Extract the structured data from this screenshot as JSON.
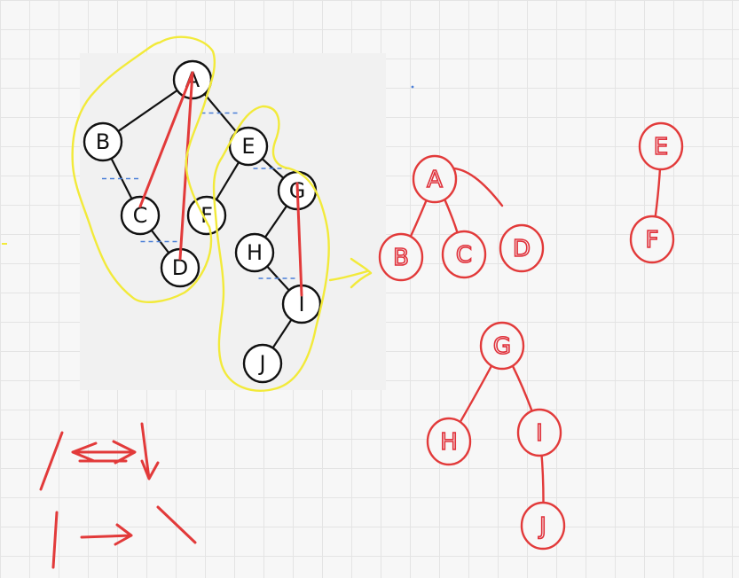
{
  "colors": {
    "tree_stroke": "#111111",
    "red_ink": "#e23a3a",
    "yellow_ink": "#f2ea3a",
    "blue_dash": "#4a7fd8",
    "panel": "#f1f1f1"
  },
  "original_tree": {
    "nodes": [
      {
        "id": "A",
        "label": "A"
      },
      {
        "id": "B",
        "label": "B"
      },
      {
        "id": "C",
        "label": "C"
      },
      {
        "id": "D",
        "label": "D"
      },
      {
        "id": "E",
        "label": "E"
      },
      {
        "id": "F",
        "label": "F"
      },
      {
        "id": "G",
        "label": "G"
      },
      {
        "id": "H",
        "label": "H"
      },
      {
        "id": "I",
        "label": "I"
      },
      {
        "id": "J",
        "label": "J"
      }
    ],
    "edges": [
      [
        "A",
        "B"
      ],
      [
        "A",
        "E"
      ],
      [
        "B",
        "C"
      ],
      [
        "C",
        "D"
      ],
      [
        "E",
        "F"
      ],
      [
        "E",
        "G"
      ],
      [
        "G",
        "H"
      ],
      [
        "H",
        "I"
      ],
      [
        "I",
        "J"
      ]
    ],
    "red_links": [
      [
        "A",
        "C"
      ],
      [
        "A",
        "D"
      ],
      [
        "G",
        "I"
      ]
    ],
    "dashed_breaks": [
      [
        "A",
        "E"
      ],
      [
        "B",
        "C"
      ],
      [
        "C",
        "D"
      ],
      [
        "E",
        "G"
      ],
      [
        "H",
        "I"
      ]
    ]
  },
  "forest": [
    {
      "id": "tree-a",
      "nodes": [
        {
          "id": "A",
          "label": "A"
        },
        {
          "id": "B",
          "label": "B"
        },
        {
          "id": "C",
          "label": "C"
        },
        {
          "id": "D",
          "label": "D"
        }
      ],
      "edges": [
        [
          "A",
          "B"
        ],
        [
          "A",
          "C"
        ]
      ]
    },
    {
      "id": "tree-e",
      "nodes": [
        {
          "id": "E",
          "label": "E"
        },
        {
          "id": "F",
          "label": "F"
        }
      ],
      "edges": [
        [
          "E",
          "F"
        ]
      ]
    },
    {
      "id": "tree-g",
      "nodes": [
        {
          "id": "G",
          "label": "G"
        },
        {
          "id": "H",
          "label": "H"
        },
        {
          "id": "I",
          "label": "I"
        },
        {
          "id": "J",
          "label": "J"
        }
      ],
      "edges": [
        [
          "G",
          "H"
        ],
        [
          "G",
          "I"
        ],
        [
          "I",
          "J"
        ]
      ]
    }
  ],
  "legend_icons": [
    "slash-equals-double-arrow-backslash",
    "pipe-arrow-backslash"
  ]
}
